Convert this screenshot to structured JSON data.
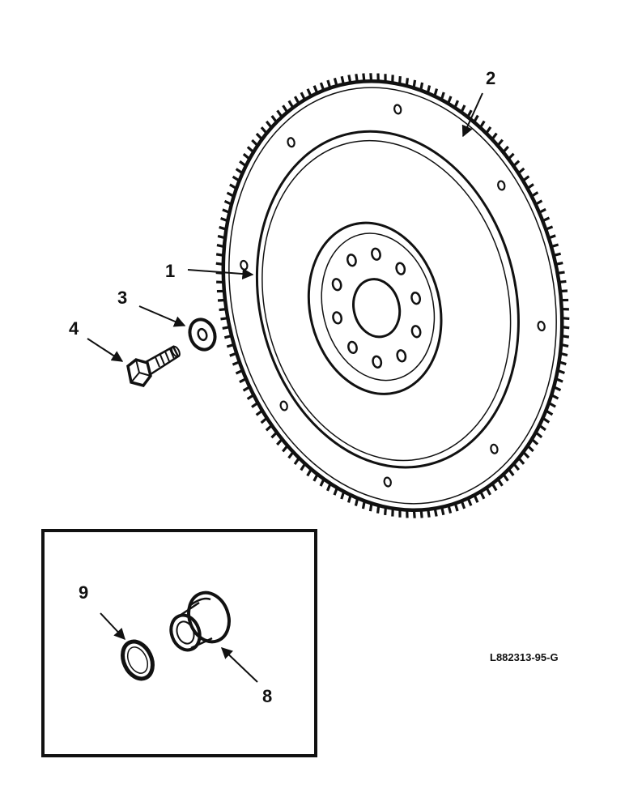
{
  "diagram": {
    "callouts": [
      {
        "id": "1",
        "label": "1"
      },
      {
        "id": "2",
        "label": "2"
      },
      {
        "id": "3",
        "label": "3"
      },
      {
        "id": "4",
        "label": "4"
      },
      {
        "id": "8",
        "label": "8"
      },
      {
        "id": "9",
        "label": "9"
      }
    ],
    "reference_code": "L882313-95-G",
    "colors": {
      "ink": "#111111",
      "paper": "#ffffff"
    }
  }
}
